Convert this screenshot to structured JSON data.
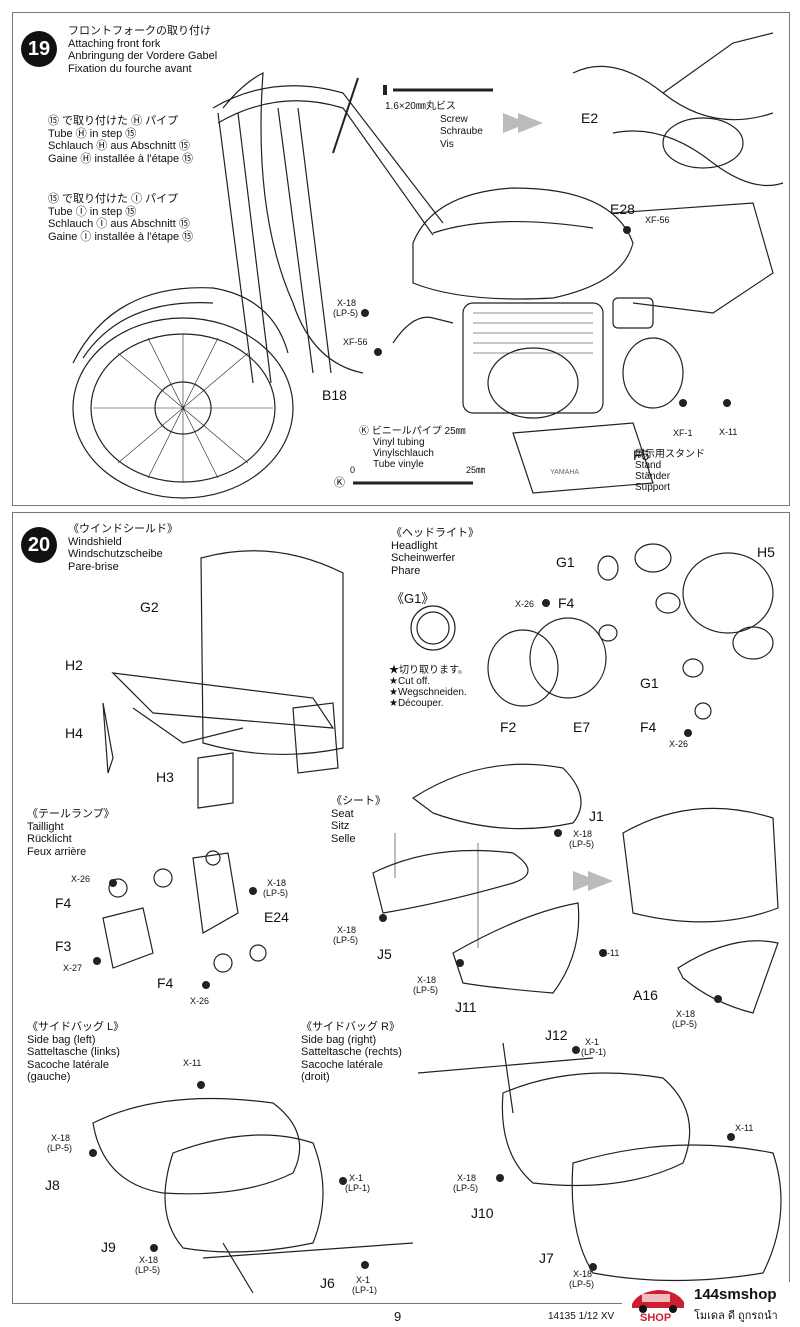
{
  "step19": {
    "number": "19",
    "title": [
      "フロントフォークの取り付け",
      "Attaching front fork",
      "Anbringung der Vordere Gabel",
      "Fixation du fourche avant"
    ],
    "tube_h": [
      "⑮ で取り付けた Ⓗ パイプ",
      "Tube Ⓗ in step ⑮",
      "Schlauch Ⓗ aus Abschnitt ⑮",
      "Gaine Ⓗ installée à l'étape ⑮"
    ],
    "tube_i": [
      "⑮ で取り付けた Ⓘ パイプ",
      "Tube Ⓘ in step ⑮",
      "Schlauch Ⓘ aus Abschnitt ⑮",
      "Gaine Ⓘ installée à l'étape ⑮"
    ],
    "screw": [
      "1.6×20㎜丸ビス",
      "Screw",
      "Schraube",
      "Vis"
    ],
    "vinyl": [
      "Ⓚ ビニールパイプ 25㎜",
      "Vinyl tubing",
      "Vinylschlauch",
      "Tube vinyle"
    ],
    "vinyl_scale": {
      "zero": "0",
      "len": "25㎜",
      "mark": "Ⓚ"
    },
    "stand": [
      "展示用スタンド",
      "Stand",
      "Ständer",
      "Support"
    ],
    "parts": {
      "e2": "E2",
      "e28": "E28",
      "xf56a": "XF-56",
      "xf56b": "XF-56",
      "x18": "X-18",
      "lp5": "(LP-5)",
      "b18": "B18",
      "f5": "F5",
      "xf1": "XF-1",
      "x11": "X-11",
      "yamaha": "YAMAHA"
    }
  },
  "step20": {
    "number": "20",
    "windshield": [
      "《ウインドシールド》",
      "Windshield",
      "Windschutzscheibe",
      "Pare-brise"
    ],
    "headlight": [
      "《ヘッドライト》",
      "Headlight",
      "Scheinwerfer",
      "Phare"
    ],
    "g1title": "《G1》",
    "cut": [
      "★切り取ります。",
      "★Cut off.",
      "★Wegschneiden.",
      "★Découper."
    ],
    "taillight": [
      "《テールランプ》",
      "Taillight",
      "Rücklicht",
      "Feux arrière"
    ],
    "seat": [
      "《シート》",
      "Seat",
      "Sitz",
      "Selle"
    ],
    "bagL": [
      "《サイドバッグ L》",
      "Side bag (left)",
      "Satteltasche (links)",
      "Sacoche latérale",
      "(gauche)"
    ],
    "bagR": [
      "《サイドバッグ R》",
      "Side bag (right)",
      "Satteltasche (rechts)",
      "Sacoche latérale",
      "(droit)"
    ],
    "parts": {
      "g2": "G2",
      "h2": "H2",
      "h4": "H4",
      "h3": "H3",
      "g1a": "G1",
      "h5": "H5",
      "f4a": "F4",
      "x26a": "X-26",
      "g1b": "G1",
      "f2": "F2",
      "e7": "E7",
      "f4b": "F4",
      "x26b": "X-26",
      "x26c": "X-26",
      "f4c": "F4",
      "e24": "E24",
      "f3": "F3",
      "x27": "X-27",
      "f4d": "F4",
      "x26d": "X-26",
      "x18a": "X-18",
      "lp5a": "(LP-5)",
      "j1": "J1",
      "x18b": "X-18",
      "lp5b": "(LP-5)",
      "x18c": "X-18",
      "lp5c": "(LP-5)",
      "j5": "J5",
      "x18d": "X-18",
      "lp5d": "(LP-5)",
      "j11": "J11",
      "x11a": "X-11",
      "a16": "A16",
      "x18e": "X-18",
      "lp5e": "(LP-5)",
      "x11b": "X-11",
      "x18f": "X-18",
      "lp5f": "(LP-5)",
      "j8": "J8",
      "x1a": "X-1",
      "lp1a": "(LP-1)",
      "j9": "J9",
      "x18g": "X-18",
      "lp5g": "(LP-5)",
      "j6": "J6",
      "x1b": "X-1",
      "lp1b": "(LP-1)",
      "j12": "J12",
      "x1c": "X-1",
      "lp1c": "(LP-1)",
      "x11c": "X-11",
      "x18h": "X-18",
      "lp5h": "(LP-5)",
      "j10": "J10",
      "j7": "J7",
      "x18i": "X-18",
      "lp5i": "(LP-5)"
    }
  },
  "footer": {
    "page": "9",
    "code": "14135  1/12 XV",
    "shop": "144smshop",
    "shop2": "SHOP",
    "thai": "โมเดล ดี ถูกรถนำ"
  }
}
